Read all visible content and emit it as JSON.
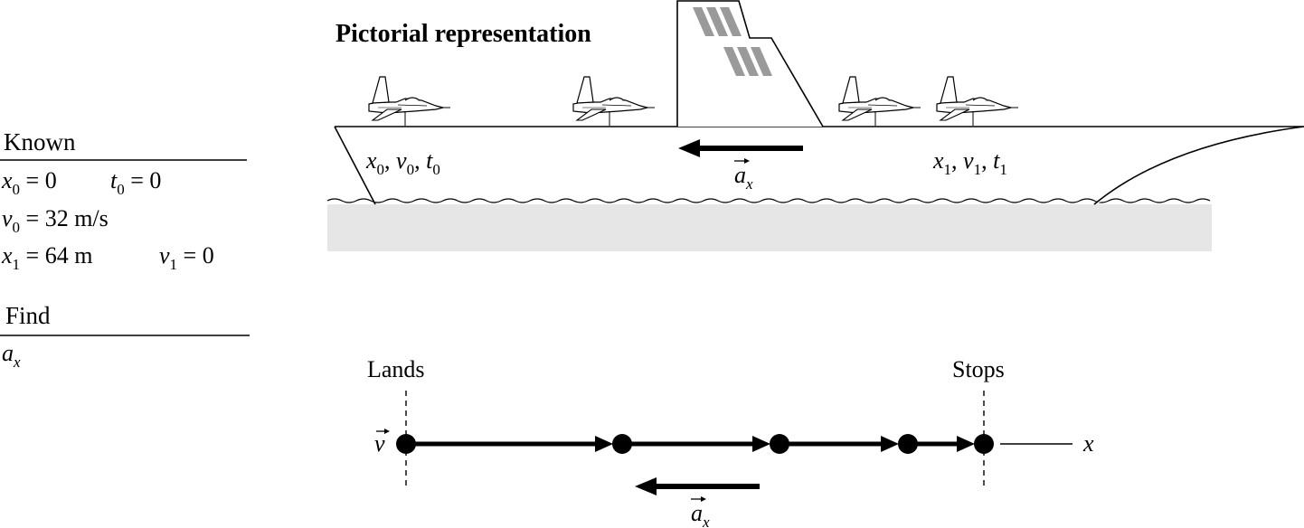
{
  "title": "Pictorial representation",
  "known": {
    "heading": "Known",
    "lines": [
      [
        {
          "sym": "x",
          "sub": "0",
          "rest": " = 0"
        },
        {
          "sym": "t",
          "sub": "0",
          "rest": " = 0"
        }
      ],
      [
        {
          "sym": "v",
          "sub": "0",
          "rest": " = 32 m/s"
        }
      ],
      [
        {
          "sym": "x",
          "sub": "1",
          "rest": " = 64 m"
        },
        {
          "sym": "v",
          "sub": "1",
          "rest": " = 0"
        }
      ]
    ]
  },
  "find": {
    "heading": "Find",
    "symbol": "a",
    "subscript": "x"
  },
  "scene": {
    "start_label": [
      {
        "sym": "x",
        "sub": "0"
      },
      {
        "sym": "v",
        "sub": "0"
      },
      {
        "sym": "t",
        "sub": "0"
      }
    ],
    "end_label": [
      {
        "sym": "x",
        "sub": "1"
      },
      {
        "sym": "v",
        "sub": "1"
      },
      {
        "sym": "t",
        "sub": "1"
      }
    ],
    "accel_symbol": "a",
    "accel_subscript": "x",
    "accel_direction": "left",
    "jet_count": 4
  },
  "motion_diagram": {
    "start_label": "Lands",
    "end_label": "Stops",
    "velocity_symbol": "v",
    "axis_label": "x",
    "accel_symbol": "a",
    "accel_subscript": "x",
    "dot_count": 5,
    "accel_direction": "left"
  },
  "colors": {
    "ink": "#000000",
    "water": "#e6e6e6",
    "tower_stripes": "#9a9a9a"
  }
}
